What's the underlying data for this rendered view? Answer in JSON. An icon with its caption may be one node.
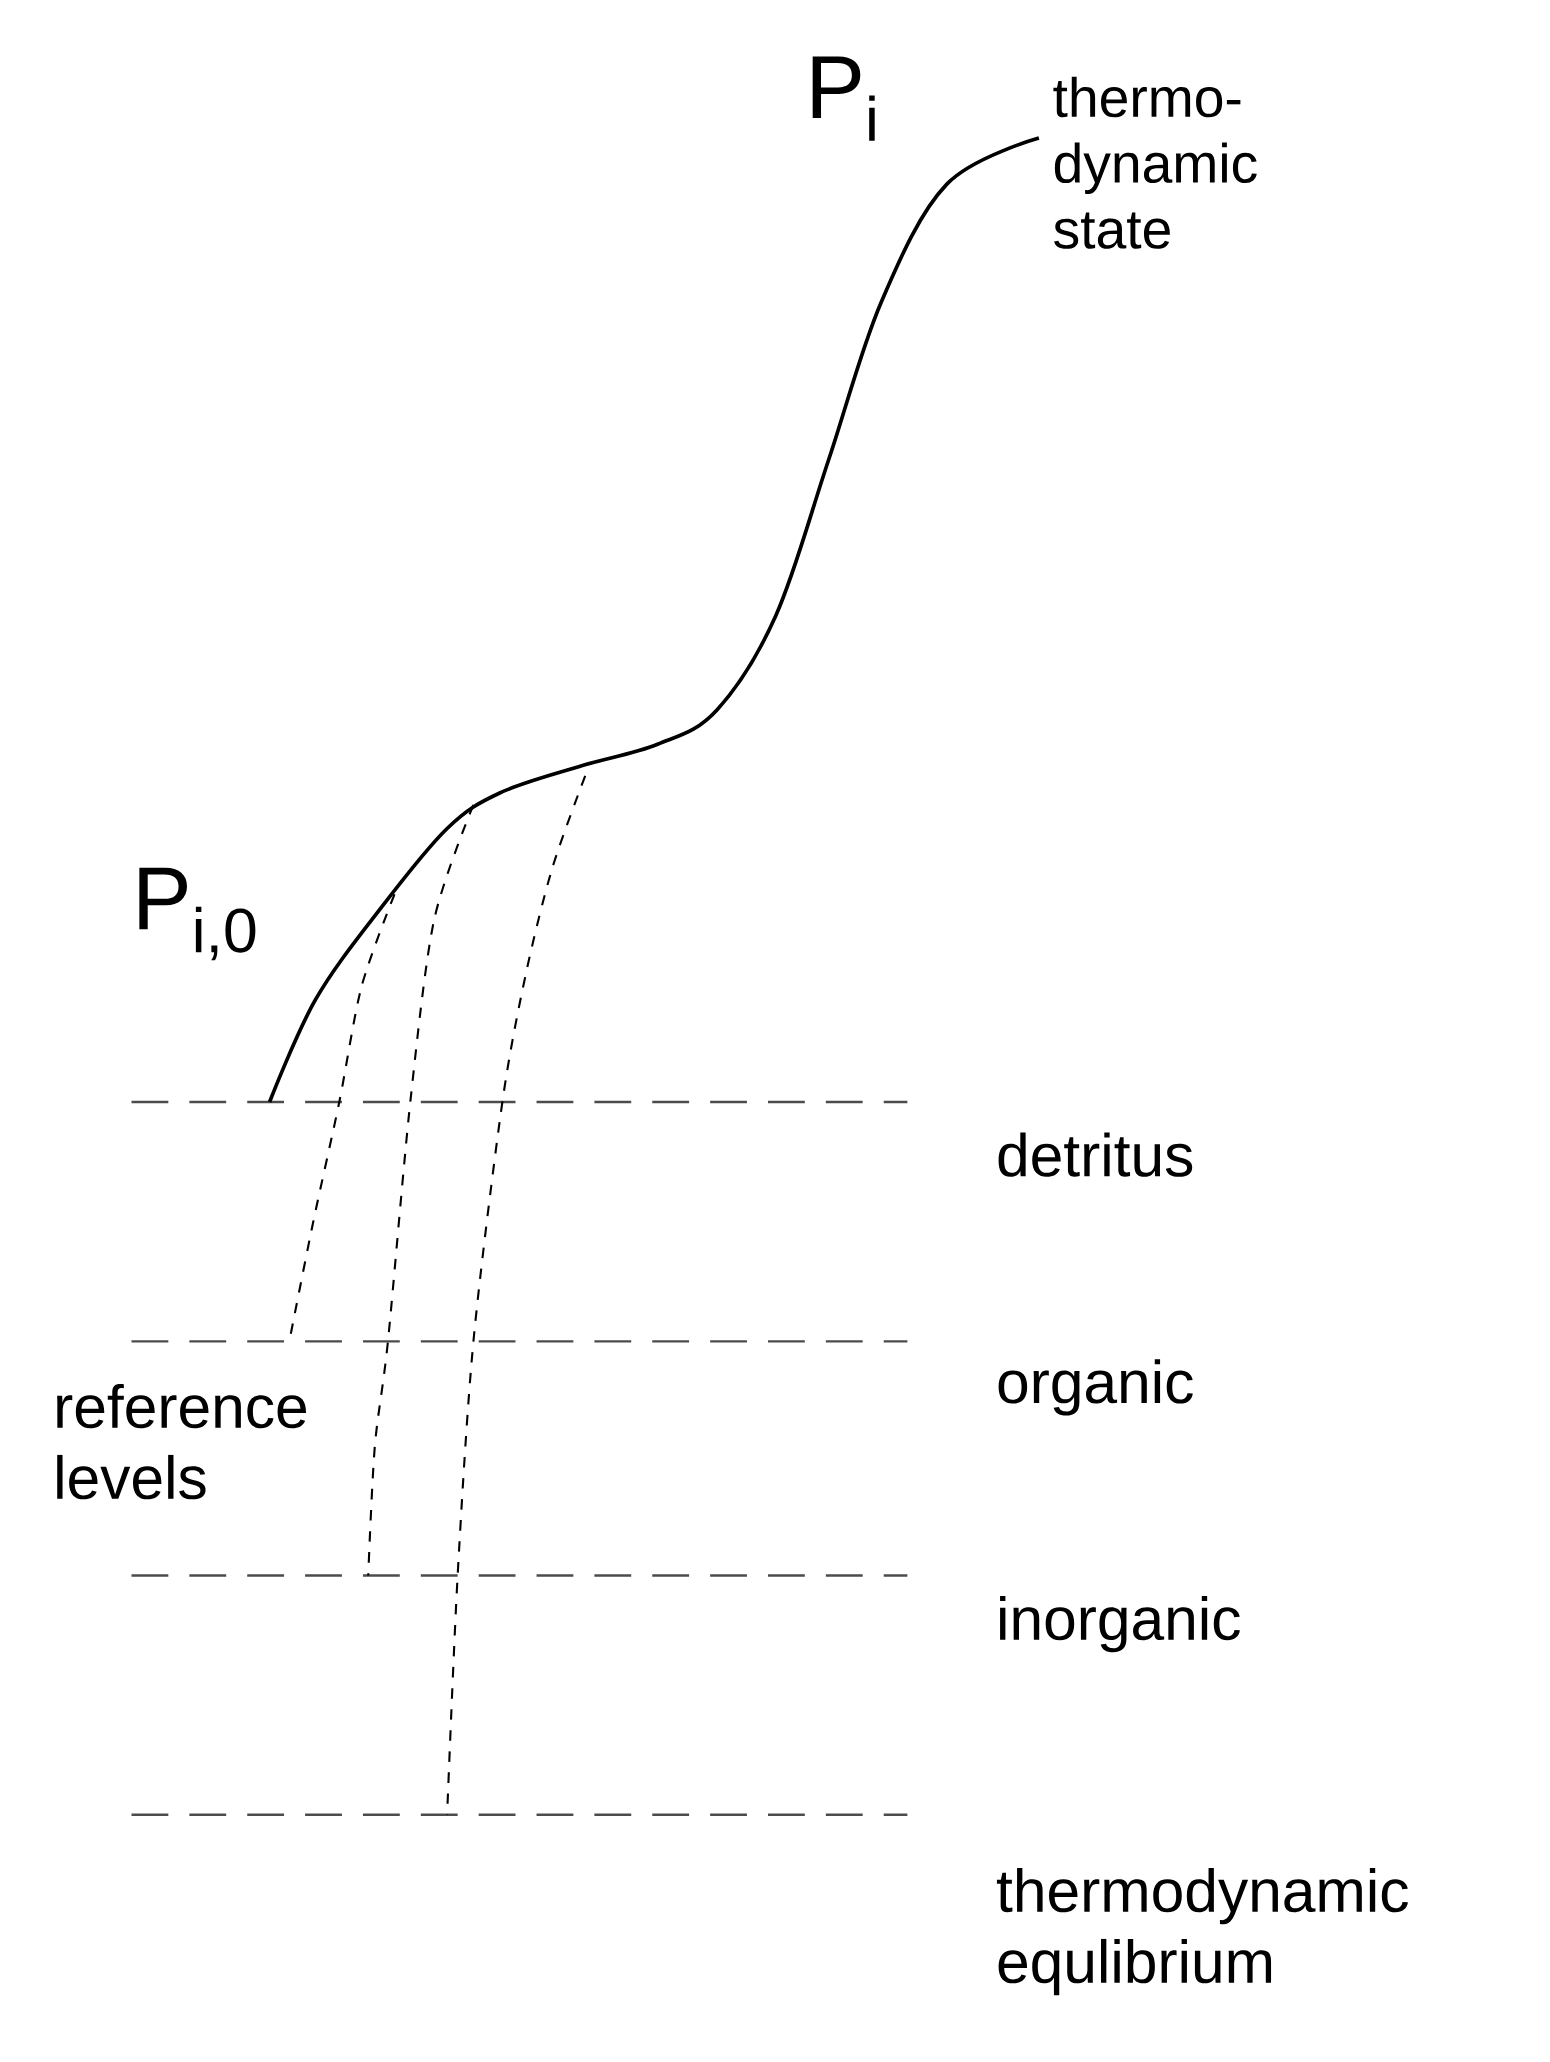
{
  "diagram": {
    "labels": [
      "P$_{i}$",
      "thermo-dynamic state",
      "P$_{i,0}$",
      "detritus",
      "organic",
      "reference levels",
      "inorganic",
      "thermodynamic equlibrium"
    ]
  }
}
